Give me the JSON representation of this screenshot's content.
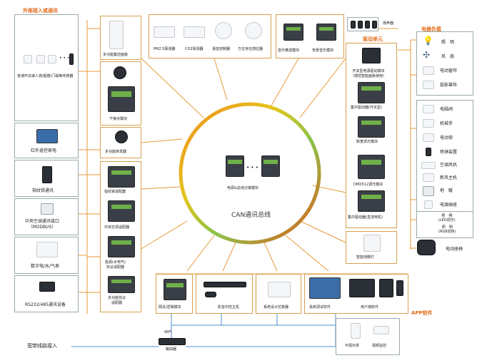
{
  "colors": {
    "accent": "#e36c1a",
    "line": "#e89a3a",
    "blue_line": "#4d8fd0"
  },
  "headings": {
    "external_access": "外部接入或通讯",
    "drive_unit": "驱动单元",
    "electric_load": "电器负载",
    "app_software": "APP软件",
    "can_bus": "CAN通讯总线",
    "broadband": "宽带线路接入"
  },
  "left": {
    "sensors": "普通开关或人感/烟感/门磁等传感器",
    "ir": "红外遥控家电",
    "fingerprint": "指纹锁通讯",
    "ac_central": "中央空调通讯接口\n（MODBUS）",
    "meter": "数字电/水/气表",
    "rs232": "RS232/485通讯设备"
  },
  "interfaces": {
    "panel": "多功能集控面板",
    "dry_contact": "干接点模块",
    "ir_emitter": "多功能转发器",
    "fingerprint_adapter": "指纹锁适配器",
    "ac_adapter": "中央空调适配器",
    "energy_adapter": "能源(水电气)\n协议适配器",
    "protocol_adapter": "多功能协议\n适配器"
  },
  "top": {
    "pm25": "PM2.5探测器",
    "co2": "CO2探测器",
    "voice": "语音控制器",
    "human": "方位存在感应器",
    "music": "音乐推送模块",
    "bg_music": "背景音乐模块",
    "speaker": "扬声器"
  },
  "center": {
    "power_module": "电源&总线分接模块",
    "ellipsis": "• • •"
  },
  "drive": {
    "relay": "开关型电源驱动模块\n（感控智能面板使用）",
    "switch_drive": "集中驱动器(开关型)",
    "dimmer": "脉宽调光模块",
    "dmx": "DMX512调光模块",
    "curtain_drive": "集中驱动器(直流电机)",
    "smart_socket": "智能地脚灯"
  },
  "loads": {
    "lighting": "照　明",
    "fan": "风　扇",
    "curtain": "电动窗帘",
    "projector_screen": "投影幕布",
    "valve": "电磁阀",
    "manipulator": "机械手",
    "electric_lock": "电动锁",
    "sprinkler": "喷淋装置",
    "ac_fan": "空调风机",
    "fresh_air": "新风主机",
    "floor_heat": "地　暖",
    "socket": "电源插座",
    "led": "照　明\n(LED调光)",
    "rgb": "照　明\n(RGB调色)",
    "massage": "电动座椅"
  },
  "bottom": {
    "gateway": "网关/逻辑模块",
    "av_host": "影音中控主机",
    "simulator": "系统设计仿真器",
    "debug_sw": "系统调试软件",
    "client_sw": "用户端软件",
    "router": "路由器",
    "wifi": "WIFI",
    "intercom": "可视对讲",
    "camera": "视频监控"
  }
}
